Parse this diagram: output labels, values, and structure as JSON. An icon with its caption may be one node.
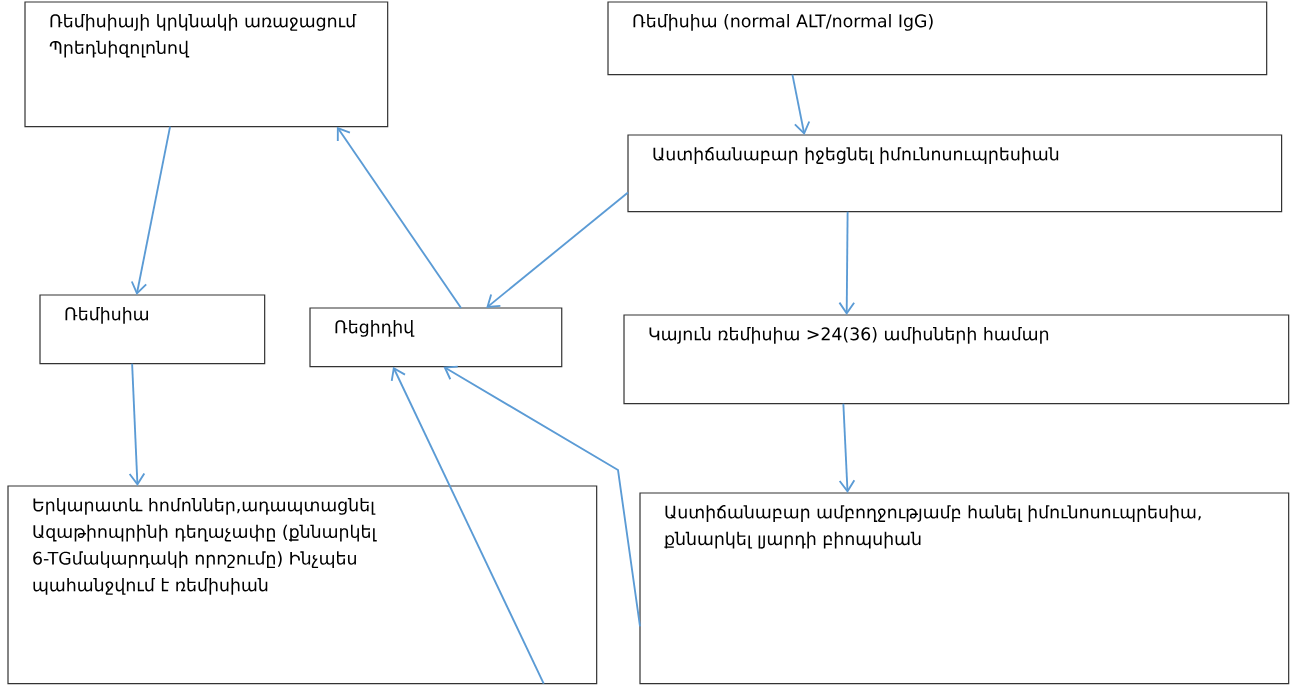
{
  "diagram": {
    "nodes": [
      {
        "text": [
          "Ռեմիսիայի կրկնակի առաջացում Պրեդնիզոլոնով"
        ]
      },
      {
        "text": [
          "Ռեմիսիա (normal ALT/normal IgG)"
        ]
      },
      {
        "text": [
          "Աստիճանաբար իջեցնել իմունոսուպրեսիան"
        ]
      },
      {
        "text": [
          "Ռեմիսիա"
        ]
      },
      {
        "text": [
          "Ռեցիդիվ"
        ]
      },
      {
        "text": [
          "Կայուն ռեմիսիա >24(36) ամիսների համար"
        ]
      },
      {
        "text": [
          "Երկարատև հոմոններ,ադապտացնել Ազաթիոպրինի դեղաչափը (քննարկել 6-TGմակարդակի որոշումը) Ինչպես պահանջվում է ռեմիսիան"
        ]
      },
      {
        "text": [
          "Աստիճանաբար ամբողջությամբ հանել իմունոսուպրեսիա, քննարկել լյարդի բիոպսիան"
        ]
      }
    ],
    "edges": [
      {
        "from": 0,
        "to": 3,
        "arrow": "to"
      },
      {
        "from": 4,
        "to": 0,
        "arrow": "to"
      },
      {
        "from": 2,
        "to": 4,
        "arrow": "to"
      },
      {
        "from": 1,
        "to": 2,
        "arrow": "to"
      },
      {
        "from": 2,
        "to": 5,
        "arrow": "to"
      },
      {
        "from": 5,
        "to": 7,
        "arrow": "to"
      },
      {
        "from": 3,
        "to": 6,
        "arrow": "to"
      },
      {
        "from": 6,
        "to": 4,
        "arrow": "to"
      },
      {
        "from": 7,
        "to": 4,
        "arrow": "to"
      }
    ]
  }
}
